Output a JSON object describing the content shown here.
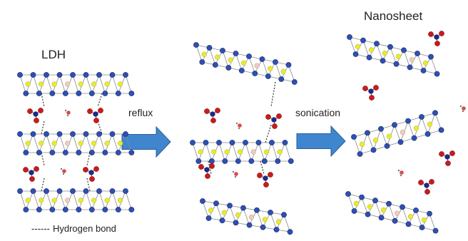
{
  "labels": {
    "ldh": "LDH",
    "nanosheet": "Nanosheet",
    "reflux": "reflux",
    "sonication": "sonication",
    "legend_line": "------",
    "legend_text": "Hydrogen bond"
  },
  "colors": {
    "metal_node": "#2f4fb3",
    "inner_node_yellow": "#e8ec2a",
    "inner_node_pink": "#f2c8c8",
    "oxygen": "#cc1a1a",
    "nitrogen": "#1b2a8c",
    "water_oxygen": "#d94a4a",
    "arrow_fill": "#3f86cf",
    "arrow_stroke": "#2d5f96",
    "lattice_line": "#8a8a8a",
    "hbond": "#222222"
  },
  "icons": {
    "process_arrow": "right-arrow-icon",
    "anion": "nitrate-anion-icon",
    "water": "water-molecule-icon"
  }
}
